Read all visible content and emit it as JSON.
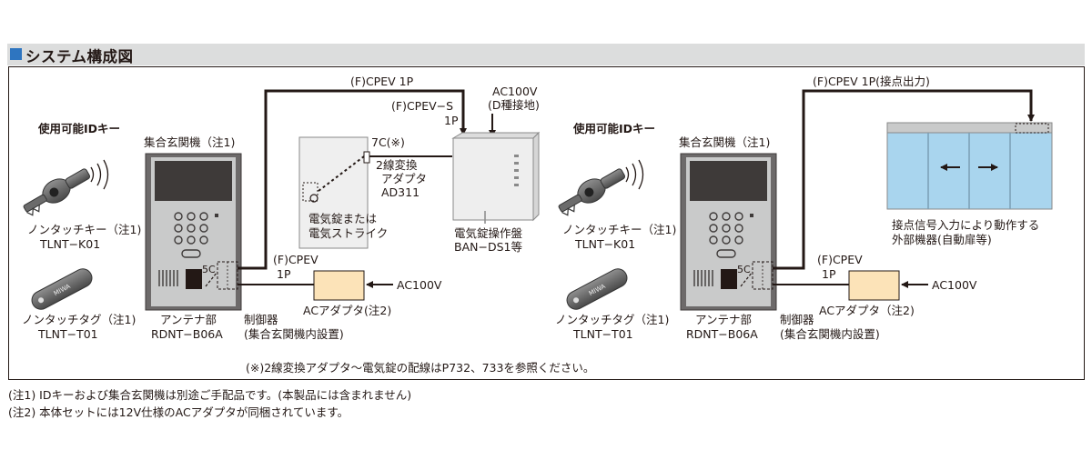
{
  "title": "システム構成図",
  "footnotes": [
    "(注1) IDキーおよび集合玄関機は別途ご手配品です。(本製品には含まれません)",
    "(注2) 本体セットには12V仕様のACアダプタが同梱されています。"
  ],
  "center_note": "(※)2線変換アダプタ〜電気錠の配線はP732、733を参照ください。",
  "left": {
    "usable_keys_heading": "使用可能IDキー",
    "touch_key_name": "ノンタッチキー（注1)",
    "touch_key_model": "TLNT−K01",
    "touch_tag_name": "ノンタッチタグ（注1)",
    "touch_tag_model": "TLNT−T01",
    "entrance_unit": "集合玄関機（注1)",
    "antenna_label": "アンテナ部",
    "antenna_model": "RDNT−B06A",
    "controller_label": "制御器",
    "controller_sub": "(集合玄関機内設置)",
    "cable_5c": "5C",
    "cable_top": "(F)CPEV 1P",
    "cable_fcpev": "(F)CPEV",
    "cable_1p": "1P",
    "ac_adapter": "ACアダプタ(注2)",
    "ac100v": "AC100V",
    "lock_label_1": "電気錠または",
    "lock_label_2": "電気ストライク",
    "cable_7c": "7C(※)",
    "converter_1": "2線変換",
    "converter_2": "アダプタ",
    "converter_3": "AD311",
    "cable_cpev_s": "(F)CPEV−S",
    "cable_cpev_s_1p": "1P",
    "ac100v_top": "AC100V",
    "ground": "(D種接地)",
    "panel_1": "電気錠操作盤",
    "panel_2": "BAN−DS1等"
  },
  "right": {
    "usable_keys_heading": "使用可能IDキー",
    "touch_key_name": "ノンタッチキー（注1)",
    "touch_key_model": "TLNT−K01",
    "touch_tag_name": "ノンタッチタグ（注1)",
    "touch_tag_model": "TLNT−T01",
    "entrance_unit": "集合玄関機（注1)",
    "antenna_label": "アンテナ部",
    "antenna_model": "RDNT−B06A",
    "controller_label": "制御器",
    "controller_sub": "(集合玄関機内設置)",
    "cable_5c": "5C",
    "cable_top": "(F)CPEV 1P(接点出力)",
    "cable_fcpev": "(F)CPEV",
    "cable_1p": "1P",
    "ac_adapter": "ACアダプタ（注2)",
    "ac100v": "AC100V",
    "device_1": "接点信号入力により動作する",
    "device_2": "外部機器(自動扉等)"
  },
  "colors": {
    "title_accent": "#2e75c0",
    "title_bar": "#dcdddd",
    "adapter_fill": "#fce3b8",
    "door_fill": "#a9d5ee",
    "unit_dark": "#3e3a39"
  }
}
